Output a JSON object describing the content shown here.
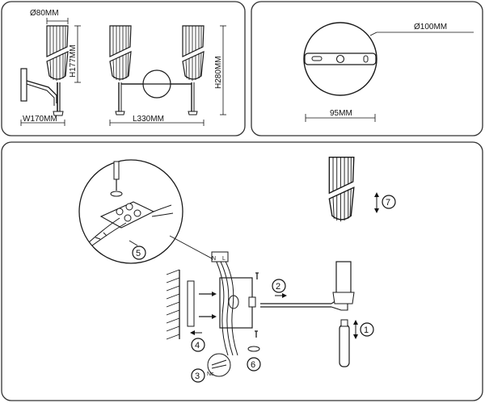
{
  "dimensions": {
    "diameter_shade": "Ø80MM",
    "height_side": "H177MM",
    "width": "W170MM",
    "length": "L330MM",
    "height_front": "H280MM",
    "diameter_base": "Ø100MM",
    "mount_spacing": "95MM"
  },
  "steps": [
    "1",
    "2",
    "3",
    "4",
    "5",
    "6",
    "7"
  ],
  "wire_labels": {
    "n": "N",
    "l": "L",
    "n_cap": "Nc"
  },
  "colors": {
    "line": "#1a1a1a",
    "panel_border": "#333333",
    "background": "#ffffff"
  },
  "icons": [
    "screwdriver-icon",
    "screw-icon",
    "lamp-shade-icon",
    "bulb-icon",
    "terminal-block-icon"
  ]
}
